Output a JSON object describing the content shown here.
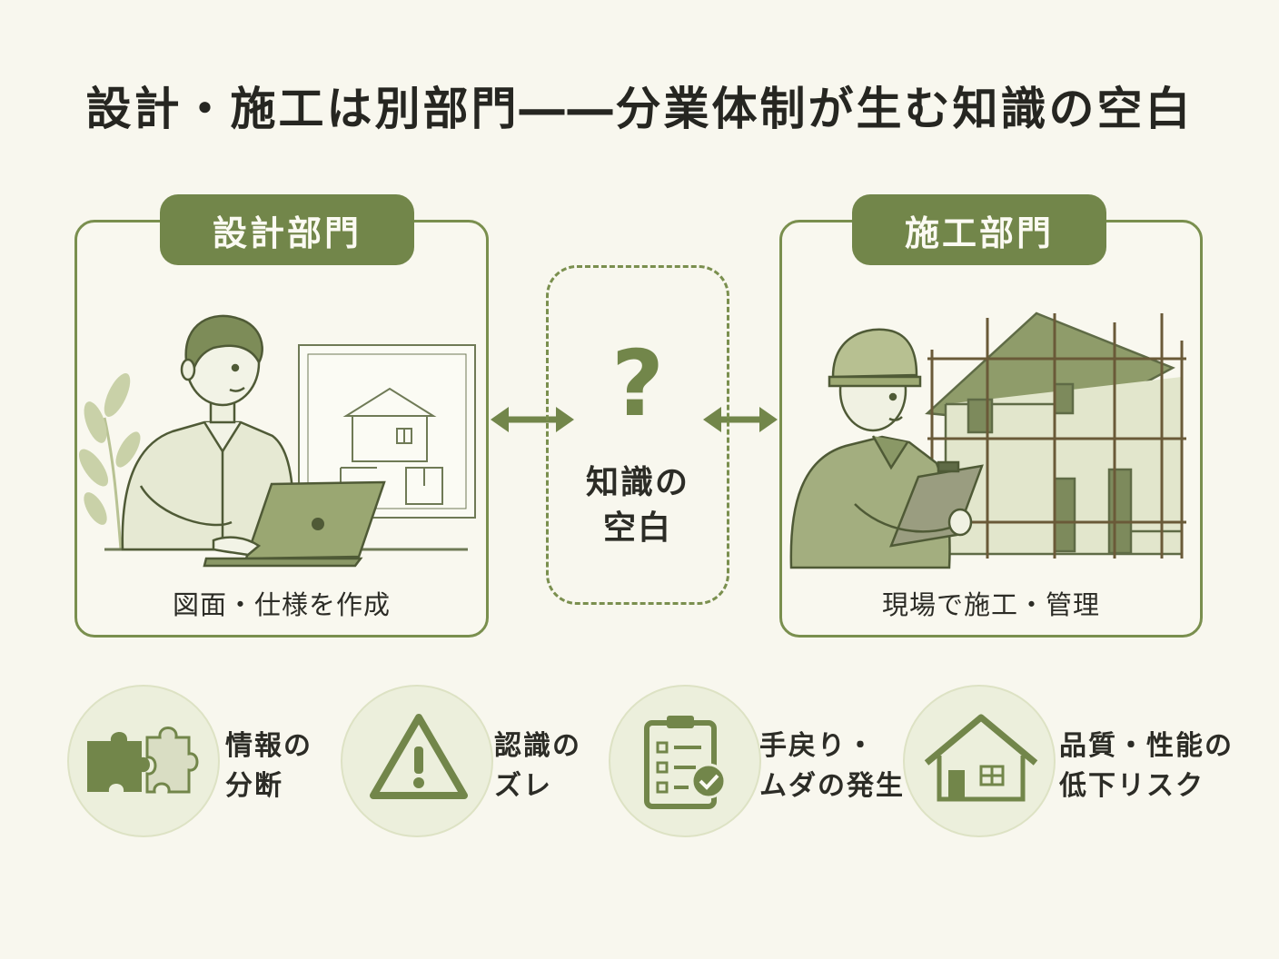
{
  "title": "設計・施工は別部門――分業体制が生む知識の空白",
  "design_dept": {
    "label": "設計部門",
    "caption": "図面・仕様を作成"
  },
  "construction_dept": {
    "label": "施工部門",
    "caption": "現場で施工・管理"
  },
  "knowledge_gap": {
    "symbol": "?",
    "line1": "知識の",
    "line2": "空白"
  },
  "issues": [
    {
      "icon": "puzzle-icon",
      "line1": "情報の",
      "line2": "分断"
    },
    {
      "icon": "warning-icon",
      "line1": "認識の",
      "line2": "ズレ"
    },
    {
      "icon": "checklist-icon",
      "line1": "手戻り・",
      "line2": "ムダの発生"
    },
    {
      "icon": "house-icon",
      "line1": "品質・性能の",
      "line2": "低下リスク"
    }
  ],
  "colors": {
    "accent": "#72864a",
    "accent_light": "#c9d1a8",
    "background": "#f8f7ee",
    "circle_bg": "#ecefdc"
  }
}
